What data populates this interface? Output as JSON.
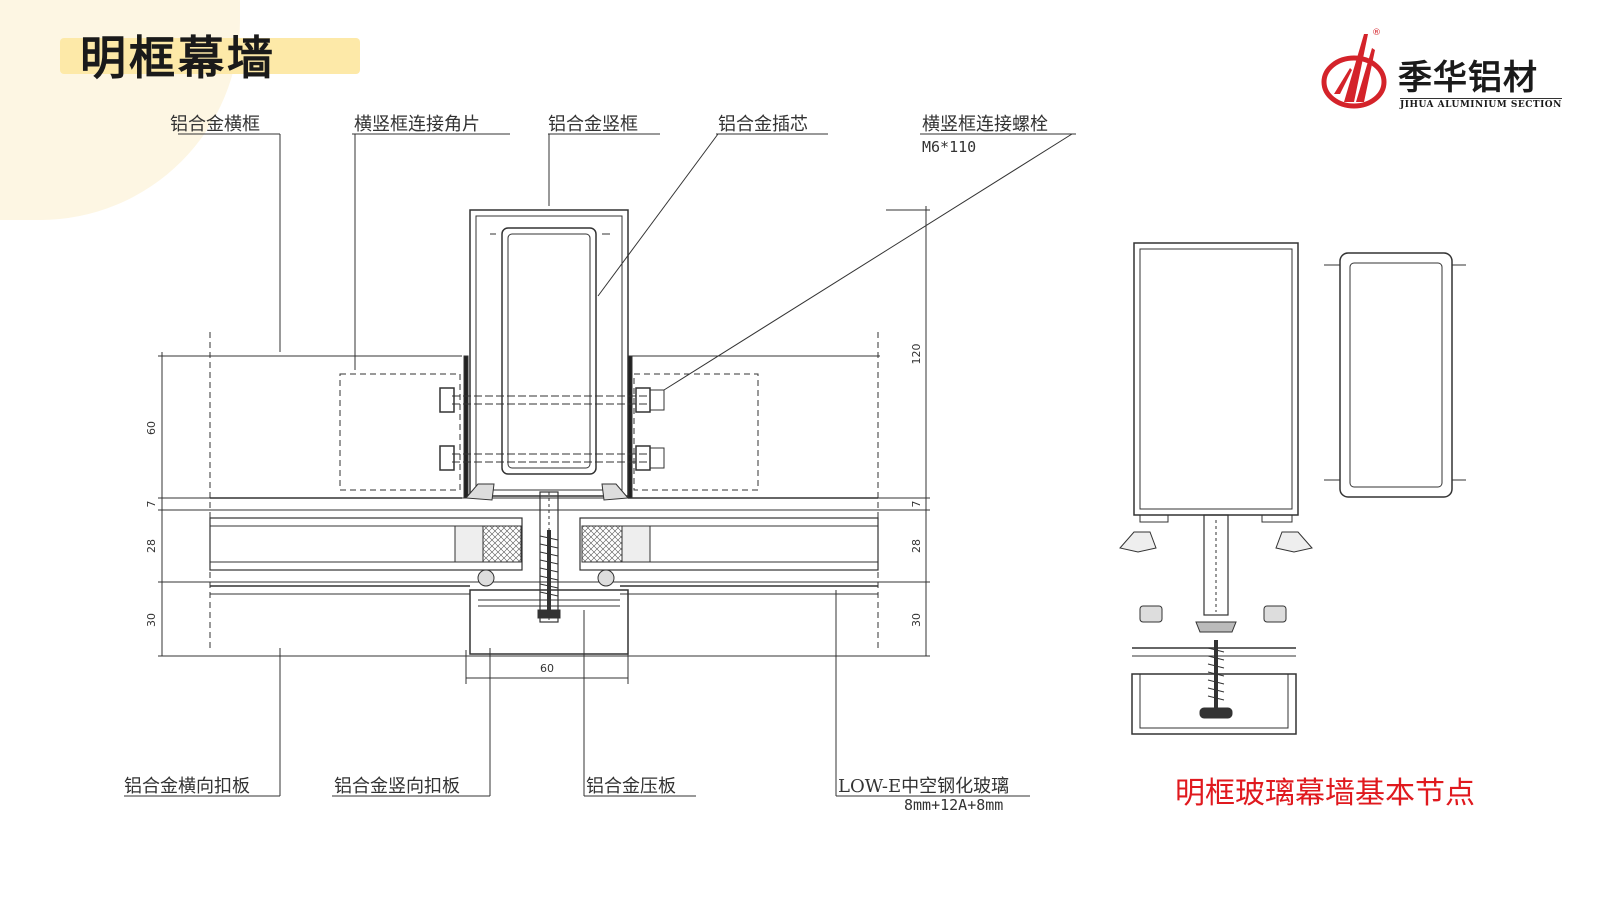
{
  "page": {
    "title": "明框幕墙"
  },
  "brand": {
    "name": "季华铝材",
    "subtitle": "JIHUA ALUMINIUM SECTION",
    "registered": "®"
  },
  "diagram": {
    "top_labels": {
      "transom": "铝合金横框",
      "corner_piece": "横竖框连接角片",
      "mullion": "铝合金竖框",
      "core": "铝合金插芯",
      "bolt": "横竖框连接螺栓",
      "bolt_spec": "M6*110"
    },
    "bottom_labels": {
      "transom_cover": "铝合金横向扣板",
      "mullion_cover": "铝合金竖向扣板",
      "pressure_plate": "铝合金压板",
      "glass": "LOW-E中空钢化玻璃",
      "glass_spec": "8mm+12A+8mm"
    },
    "dimensions": {
      "left_60": "60",
      "left_7": "7",
      "left_28": "28",
      "left_30": "30",
      "right_120": "120",
      "right_7": "7",
      "right_28": "28",
      "right_30": "30",
      "bottom_60": "60"
    }
  },
  "caption": "明框玻璃幕墙基本节点"
}
